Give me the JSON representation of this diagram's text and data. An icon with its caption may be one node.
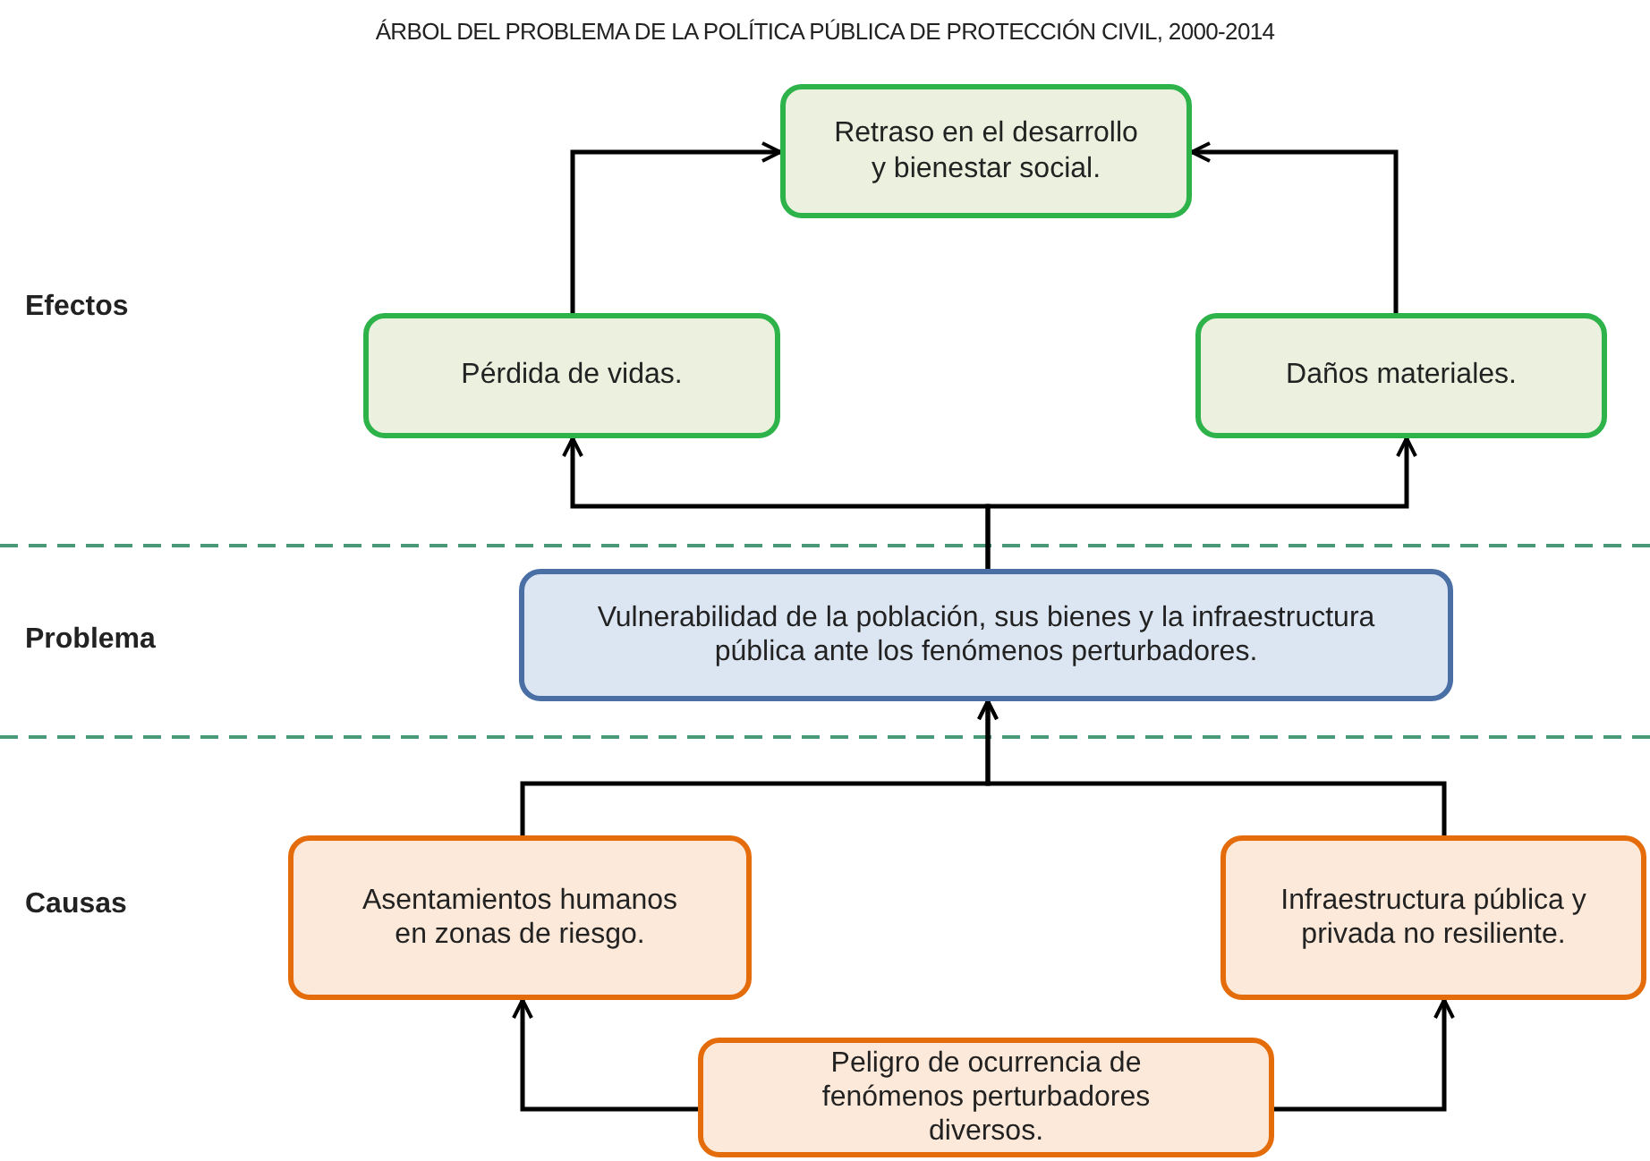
{
  "diagram": {
    "title": "ÁRBOL DEL PROBLEMA DE LA POLÍTICA PÚBLICA DE PROTECCIÓN CIVIL, 2000-2014",
    "nodes": [
      {
        "text": [
          "Retraso en el desarrollo y bienestar social."
        ]
      },
      {
        "text": [
          "Pérdida de vidas."
        ]
      },
      {
        "text": [
          "Daños materiales."
        ]
      },
      {
        "text": [
          "Vulnerabilidad de la población, sus bienes y la infraestructura pública ante los fenómenos perturbadores."
        ]
      },
      {
        "text": [
          "Asentamientos humanos en zonas de riesgo."
        ]
      },
      {
        "text": [
          "Infraestructura pública y privada no resiliente."
        ]
      },
      {
        "text": [
          "Peligro de ocurrencia de fenómenos perturbadores diversos."
        ]
      }
    ],
    "edges": [
      {
        "from": 1,
        "to": 0,
        "arrow": "to"
      },
      {
        "from": 2,
        "to": 0,
        "arrow": "to"
      },
      {
        "from": 3,
        "to": 1,
        "arrow": "to"
      },
      {
        "from": 3,
        "to": 2,
        "arrow": "to"
      },
      {
        "from": 4,
        "to": 3,
        "arrow": "to"
      },
      {
        "from": 5,
        "to": 3,
        "arrow": "to"
      },
      {
        "from": 6,
        "to": 4,
        "arrow": "to"
      },
      {
        "from": 6,
        "to": 5,
        "arrow": "to"
      }
    ],
    "labels": [
      "Efectos",
      "Problema",
      "Causas"
    ]
  }
}
